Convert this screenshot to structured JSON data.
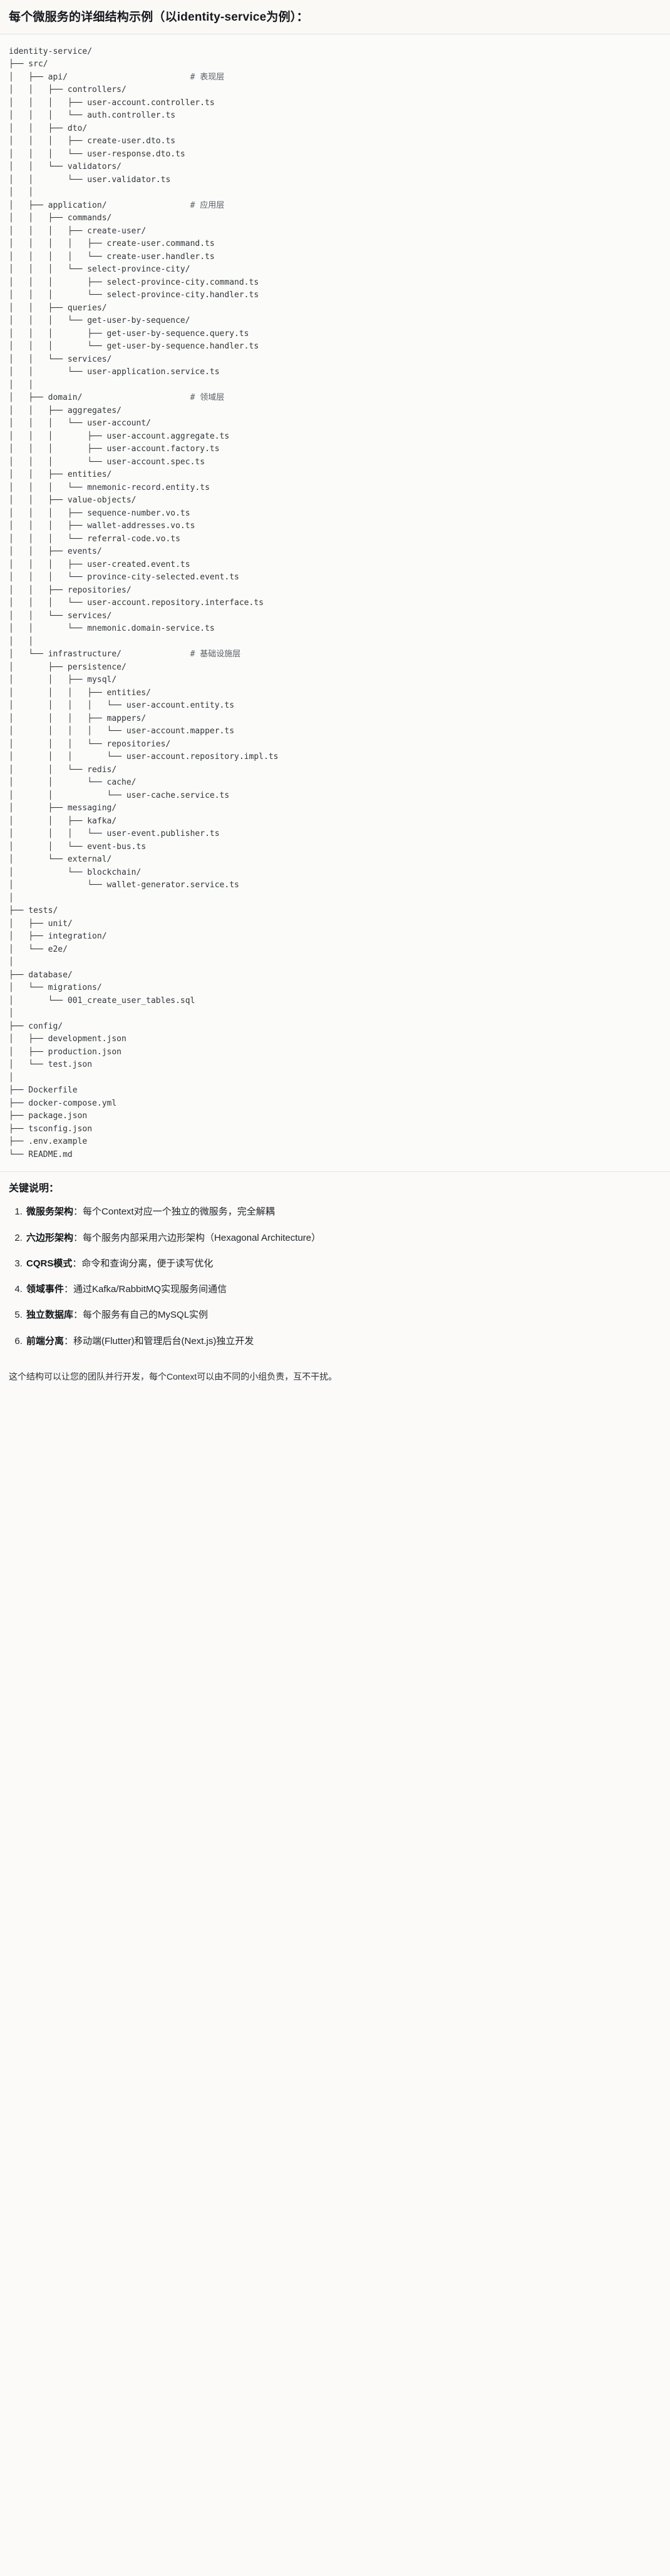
{
  "document": {
    "title": "每个微服务的详细结构示例（以identity-service为例）：",
    "root": "identity-service/",
    "language": "text"
  },
  "tree": {
    "lines": [
      {
        "prefix": "",
        "name": "identity-service/",
        "comment": ""
      },
      {
        "prefix": "├── ",
        "name": "src/",
        "comment": ""
      },
      {
        "prefix": "│   ├── ",
        "name": "api/",
        "comment": "# 表现层"
      },
      {
        "prefix": "│   │   ├── ",
        "name": "controllers/",
        "comment": ""
      },
      {
        "prefix": "│   │   │   ├── ",
        "name": "user-account.controller.ts",
        "comment": ""
      },
      {
        "prefix": "│   │   │   └── ",
        "name": "auth.controller.ts",
        "comment": ""
      },
      {
        "prefix": "│   │   ├── ",
        "name": "dto/",
        "comment": ""
      },
      {
        "prefix": "│   │   │   ├── ",
        "name": "create-user.dto.ts",
        "comment": ""
      },
      {
        "prefix": "│   │   │   └── ",
        "name": "user-response.dto.ts",
        "comment": ""
      },
      {
        "prefix": "│   │   └── ",
        "name": "validators/",
        "comment": ""
      },
      {
        "prefix": "│   │       └── ",
        "name": "user.validator.ts",
        "comment": ""
      },
      {
        "prefix": "│   │",
        "name": "",
        "comment": ""
      },
      {
        "prefix": "│   ├── ",
        "name": "application/",
        "comment": "# 应用层"
      },
      {
        "prefix": "│   │   ├── ",
        "name": "commands/",
        "comment": ""
      },
      {
        "prefix": "│   │   │   ├── ",
        "name": "create-user/",
        "comment": ""
      },
      {
        "prefix": "│   │   │   │   ├── ",
        "name": "create-user.command.ts",
        "comment": ""
      },
      {
        "prefix": "│   │   │   │   └── ",
        "name": "create-user.handler.ts",
        "comment": ""
      },
      {
        "prefix": "│   │   │   └── ",
        "name": "select-province-city/",
        "comment": ""
      },
      {
        "prefix": "│   │   │       ├── ",
        "name": "select-province-city.command.ts",
        "comment": ""
      },
      {
        "prefix": "│   │   │       └── ",
        "name": "select-province-city.handler.ts",
        "comment": ""
      },
      {
        "prefix": "│   │   ├── ",
        "name": "queries/",
        "comment": ""
      },
      {
        "prefix": "│   │   │   └── ",
        "name": "get-user-by-sequence/",
        "comment": ""
      },
      {
        "prefix": "│   │   │       ├── ",
        "name": "get-user-by-sequence.query.ts",
        "comment": ""
      },
      {
        "prefix": "│   │   │       └── ",
        "name": "get-user-by-sequence.handler.ts",
        "comment": ""
      },
      {
        "prefix": "│   │   └── ",
        "name": "services/",
        "comment": ""
      },
      {
        "prefix": "│   │       └── ",
        "name": "user-application.service.ts",
        "comment": ""
      },
      {
        "prefix": "│   │",
        "name": "",
        "comment": ""
      },
      {
        "prefix": "│   ├── ",
        "name": "domain/",
        "comment": "# 领域层"
      },
      {
        "prefix": "│   │   ├── ",
        "name": "aggregates/",
        "comment": ""
      },
      {
        "prefix": "│   │   │   └── ",
        "name": "user-account/",
        "comment": ""
      },
      {
        "prefix": "│   │   │       ├── ",
        "name": "user-account.aggregate.ts",
        "comment": ""
      },
      {
        "prefix": "│   │   │       ├── ",
        "name": "user-account.factory.ts",
        "comment": ""
      },
      {
        "prefix": "│   │   │       └── ",
        "name": "user-account.spec.ts",
        "comment": ""
      },
      {
        "prefix": "│   │   ├── ",
        "name": "entities/",
        "comment": ""
      },
      {
        "prefix": "│   │   │   └── ",
        "name": "mnemonic-record.entity.ts",
        "comment": ""
      },
      {
        "prefix": "│   │   ├── ",
        "name": "value-objects/",
        "comment": ""
      },
      {
        "prefix": "│   │   │   ├── ",
        "name": "sequence-number.vo.ts",
        "comment": ""
      },
      {
        "prefix": "│   │   │   ├── ",
        "name": "wallet-addresses.vo.ts",
        "comment": ""
      },
      {
        "prefix": "│   │   │   └── ",
        "name": "referral-code.vo.ts",
        "comment": ""
      },
      {
        "prefix": "│   │   ├── ",
        "name": "events/",
        "comment": ""
      },
      {
        "prefix": "│   │   │   ├── ",
        "name": "user-created.event.ts",
        "comment": ""
      },
      {
        "prefix": "│   │   │   └── ",
        "name": "province-city-selected.event.ts",
        "comment": ""
      },
      {
        "prefix": "│   │   ├── ",
        "name": "repositories/",
        "comment": ""
      },
      {
        "prefix": "│   │   │   └── ",
        "name": "user-account.repository.interface.ts",
        "comment": ""
      },
      {
        "prefix": "│   │   └── ",
        "name": "services/",
        "comment": ""
      },
      {
        "prefix": "│   │       └── ",
        "name": "mnemonic.domain-service.ts",
        "comment": ""
      },
      {
        "prefix": "│   │",
        "name": "",
        "comment": ""
      },
      {
        "prefix": "│   └── ",
        "name": "infrastructure/",
        "comment": "# 基础设施层"
      },
      {
        "prefix": "│       ├── ",
        "name": "persistence/",
        "comment": ""
      },
      {
        "prefix": "│       │   ├── ",
        "name": "mysql/",
        "comment": ""
      },
      {
        "prefix": "│       │   │   ├── ",
        "name": "entities/",
        "comment": ""
      },
      {
        "prefix": "│       │   │   │   └── ",
        "name": "user-account.entity.ts",
        "comment": ""
      },
      {
        "prefix": "│       │   │   ├── ",
        "name": "mappers/",
        "comment": ""
      },
      {
        "prefix": "│       │   │   │   └── ",
        "name": "user-account.mapper.ts",
        "comment": ""
      },
      {
        "prefix": "│       │   │   └── ",
        "name": "repositories/",
        "comment": ""
      },
      {
        "prefix": "│       │   │       └── ",
        "name": "user-account.repository.impl.ts",
        "comment": ""
      },
      {
        "prefix": "│       │   └── ",
        "name": "redis/",
        "comment": ""
      },
      {
        "prefix": "│       │       └── ",
        "name": "cache/",
        "comment": ""
      },
      {
        "prefix": "│       │           └── ",
        "name": "user-cache.service.ts",
        "comment": ""
      },
      {
        "prefix": "│       ├── ",
        "name": "messaging/",
        "comment": ""
      },
      {
        "prefix": "│       │   ├── ",
        "name": "kafka/",
        "comment": ""
      },
      {
        "prefix": "│       │   │   └── ",
        "name": "user-event.publisher.ts",
        "comment": ""
      },
      {
        "prefix": "│       │   └── ",
        "name": "event-bus.ts",
        "comment": ""
      },
      {
        "prefix": "│       └── ",
        "name": "external/",
        "comment": ""
      },
      {
        "prefix": "│           └── ",
        "name": "blockchain/",
        "comment": ""
      },
      {
        "prefix": "│               └── ",
        "name": "wallet-generator.service.ts",
        "comment": ""
      },
      {
        "prefix": "│",
        "name": "",
        "comment": ""
      },
      {
        "prefix": "├── ",
        "name": "tests/",
        "comment": ""
      },
      {
        "prefix": "│   ├── ",
        "name": "unit/",
        "comment": ""
      },
      {
        "prefix": "│   ├── ",
        "name": "integration/",
        "comment": ""
      },
      {
        "prefix": "│   └── ",
        "name": "e2e/",
        "comment": ""
      },
      {
        "prefix": "│",
        "name": "",
        "comment": ""
      },
      {
        "prefix": "├── ",
        "name": "database/",
        "comment": ""
      },
      {
        "prefix": "│   └── ",
        "name": "migrations/",
        "comment": ""
      },
      {
        "prefix": "│       └── ",
        "name": "001_create_user_tables.sql",
        "comment": ""
      },
      {
        "prefix": "│",
        "name": "",
        "comment": ""
      },
      {
        "prefix": "├── ",
        "name": "config/",
        "comment": ""
      },
      {
        "prefix": "│   ├── ",
        "name": "development.json",
        "comment": ""
      },
      {
        "prefix": "│   ├── ",
        "name": "production.json",
        "comment": ""
      },
      {
        "prefix": "│   └── ",
        "name": "test.json",
        "comment": ""
      },
      {
        "prefix": "│",
        "name": "",
        "comment": ""
      },
      {
        "prefix": "├── ",
        "name": "Dockerfile",
        "comment": ""
      },
      {
        "prefix": "├── ",
        "name": "docker-compose.yml",
        "comment": ""
      },
      {
        "prefix": "├── ",
        "name": "package.json",
        "comment": ""
      },
      {
        "prefix": "├── ",
        "name": "tsconfig.json",
        "comment": ""
      },
      {
        "prefix": "├── ",
        "name": ".env.example",
        "comment": ""
      },
      {
        "prefix": "└── ",
        "name": "README.md",
        "comment": ""
      }
    ]
  },
  "notes": {
    "title": "关键说明：",
    "items": [
      {
        "term": "微服务架构",
        "sep": "：",
        "body": "每个Context对应一个独立的微服务，完全解耦"
      },
      {
        "term": "六边形架构",
        "sep": "：",
        "body": "每个服务内部采用六边形架构（Hexagonal Architecture）"
      },
      {
        "term": "CQRS模式",
        "sep": "：",
        "body": "命令和查询分离，便于读写优化"
      },
      {
        "term": "领域事件",
        "sep": "：",
        "body": "通过Kafka/RabbitMQ实现服务间通信"
      },
      {
        "term": "独立数据库",
        "sep": "：",
        "body": "每个服务有自己的MySQL实例"
      },
      {
        "term": "前端分离",
        "sep": "：",
        "body": "移动端(Flutter)和管理后台(Next.js)独立开发"
      }
    ],
    "closing": "这个结构可以让您的团队并行开发，每个Context可以由不同的小组负责，互不干扰。"
  },
  "colors": {
    "background": "#fbfaf8",
    "text": "#1f2328",
    "code_text": "#31363c",
    "comment_text": "#5a6068",
    "divider": "#e4e2dd"
  }
}
